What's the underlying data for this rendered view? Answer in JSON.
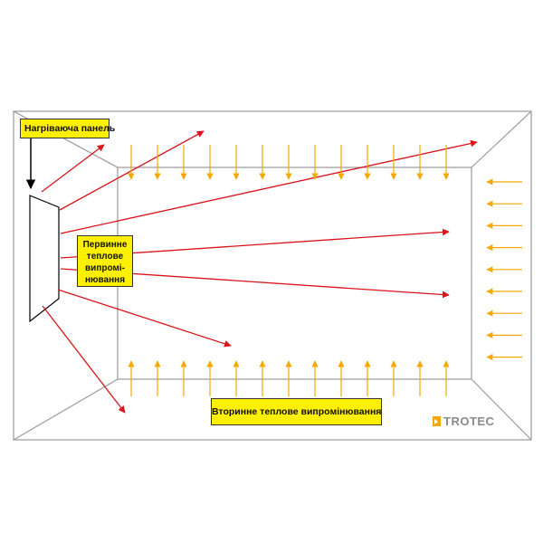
{
  "labels": {
    "heating_panel": "Нагріваюча панель",
    "primary_radiation": [
      "Первинне",
      "теплове",
      "випромі-",
      "нювання"
    ],
    "secondary_radiation": "Вторинне теплове випромінювання"
  },
  "brand": {
    "name": "TROTEC",
    "icon": "trotec-logo-icon"
  },
  "colors": {
    "primary_arrow": "#d9141b",
    "secondary_arrow": "#f5a800",
    "label_fill": "#ffef00",
    "room_outline": "#9a9a9a",
    "pointer": "#000000"
  },
  "arrows": {
    "primary_count": 7,
    "secondary_top_count": 13,
    "secondary_bottom_count": 13,
    "secondary_right_count": 9
  }
}
